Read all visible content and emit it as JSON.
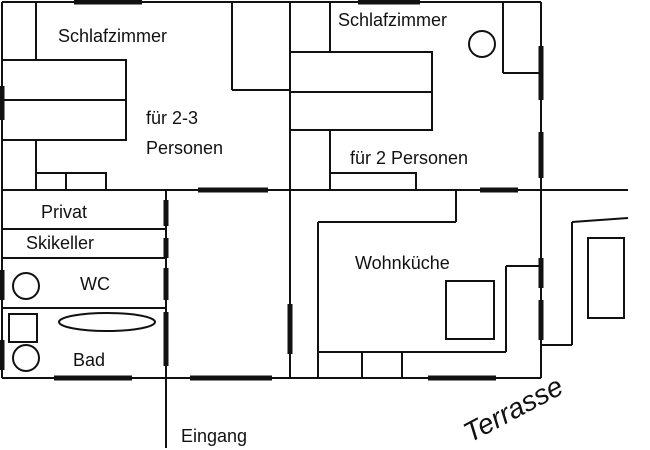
{
  "floor_plan": {
    "rooms": {
      "bedroom_left": {
        "name": "Schlafzimmer",
        "capacity_line1": "für 2-3",
        "capacity_line2": "Personen"
      },
      "bedroom_right": {
        "name": "Schlafzimmer",
        "capacity": "für 2 Personen"
      },
      "private": "Privat",
      "ski_cellar": "Skikeller",
      "wc": "WC",
      "bathroom": "Bad",
      "kitchen_living": "Wohnküche"
    },
    "entrance": "Eingang",
    "terrace": "Terrasse"
  },
  "colors": {
    "line": "#111111",
    "background": "#ffffff"
  }
}
